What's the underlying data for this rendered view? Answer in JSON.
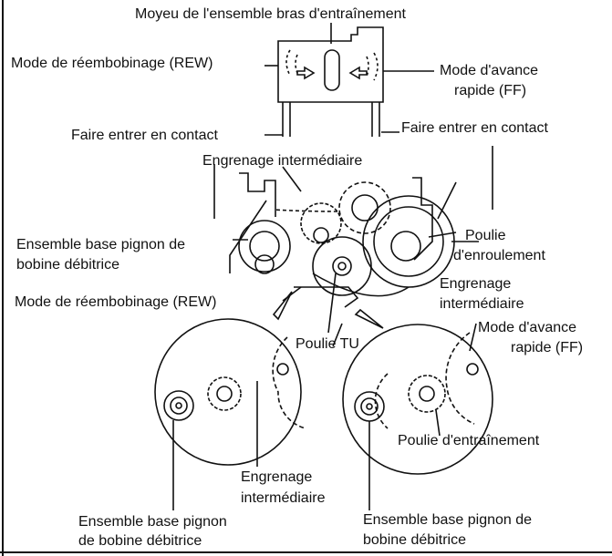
{
  "labels": {
    "hub": "Moyeu de l'ensemble bras d'entraînement",
    "rew_mode_top": "Mode de réembobinage (REW)",
    "ff_mode_top_1": "Mode d'avance",
    "ff_mode_top_2": "rapide (FF)",
    "contact_left": "Faire entrer en contact",
    "contact_right": "Faire entrer en contact",
    "idler_top": "Engrenage intermédiaire",
    "supply_base_1": "Ensemble base pignon de",
    "supply_base_2": "bobine débitrice",
    "takeup_pulley_1": "Poulie",
    "takeup_pulley_2": "d'enroulement",
    "rew_mode_mid": "Mode de réembobinage (REW)",
    "idler_right_1": "Engrenage",
    "idler_right_2": "intermédiaire",
    "ff_mode_right_1": "Mode d'avance",
    "ff_mode_right_2": "rapide (FF)",
    "tu_pulley": "Poulie TU",
    "drive_pulley": "Poulie d'entraînement",
    "idler_bottom_1": "Engrenage",
    "idler_bottom_2": "intermédiaire",
    "supply_base_left_1": "Ensemble base pignon",
    "supply_base_left_2": "de bobine débitrice",
    "supply_base_right_1": "Ensemble base pignon de",
    "supply_base_right_2": "bobine débitrice"
  }
}
